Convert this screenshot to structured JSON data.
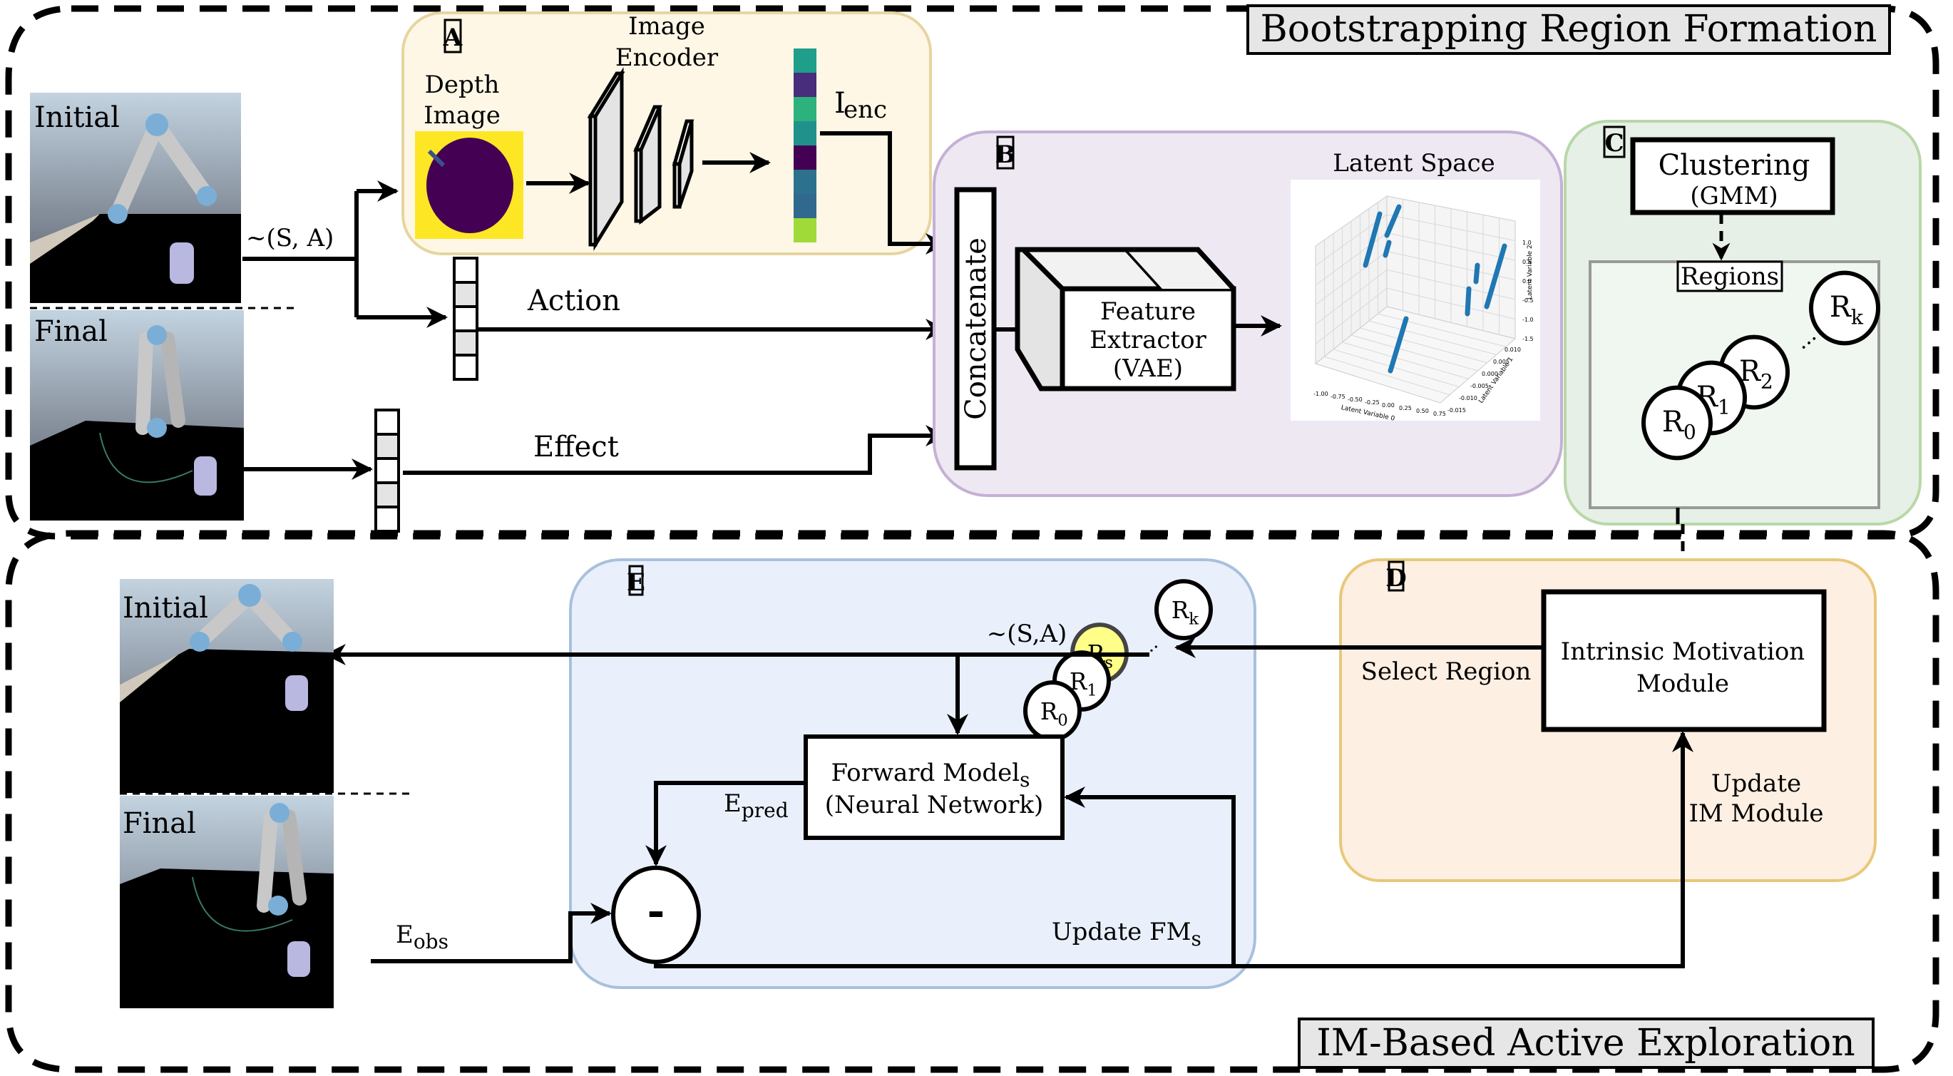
{
  "sections": {
    "top_title": "Bootstrapping Region Formation",
    "bottom_title": "IM-Based Active Exploration"
  },
  "robot_images": {
    "top": {
      "initial_label": "Initial",
      "final_label": "Final"
    },
    "bottom": {
      "initial_label": "Initial",
      "final_label": "Final"
    }
  },
  "edges": {
    "sample_top": "~(S, A)",
    "action": "Action",
    "effect": "Effect",
    "sample_bottom": "~(S,A)",
    "select_region": "Select Region",
    "update_im_line1": "Update",
    "update_im_line2": "IM Module",
    "update_fm": "Update FM",
    "update_fm_sub": "s",
    "e_pred": "E",
    "e_pred_sub": "pred",
    "e_obs": "E",
    "e_obs_sub": "obs"
  },
  "panel_a": {
    "tag": "A",
    "depth_line1": "Depth",
    "depth_line2": "Image",
    "encoder_line1": "Image",
    "encoder_line2": "Encoder",
    "encoding_label": "I",
    "encoding_sub": "enc",
    "vector_colors": [
      "#1f9e89",
      "#472d7b",
      "#2db27d",
      "#21918c",
      "#440154",
      "#2c728e",
      "#31688e",
      "#a0da39"
    ],
    "depth_colors": {
      "background": "#fde725",
      "object": "#440154",
      "handle": "#3b528b"
    }
  },
  "panel_b": {
    "tag": "B",
    "concatenate": "Concatenate",
    "extractor_line1": "Feature",
    "extractor_line2": "Extractor",
    "extractor_line3": "(VAE)",
    "latent_title": "Latent Space",
    "plot": {
      "xlabel": "Latent Variable 0",
      "ylabel": "Latent Variable 1",
      "zlabel": "Latent Variable 2",
      "x_ticks": [
        "-1.00",
        "-0.75",
        "-0.50",
        "-0.25",
        "0.00",
        "0.25",
        "0.50",
        "0.75"
      ],
      "y_ticks": [
        "-0.015",
        "-0.010",
        "-0.005",
        "0.000",
        "0.005",
        "0.010"
      ],
      "z_ticks": [
        "1.0",
        "0.5",
        "0.0",
        "-0.5",
        "-1.0",
        "-1.5"
      ],
      "point_color": "#1f77b4"
    }
  },
  "panel_c": {
    "tag": "C",
    "clustering": "Clustering",
    "clustering_sub": "(GMM)",
    "regions_label": "Regions",
    "regions": [
      {
        "name": "R",
        "sub": "0"
      },
      {
        "name": "R",
        "sub": "1"
      },
      {
        "name": "R",
        "sub": "2"
      },
      {
        "name": "R",
        "sub": "k"
      }
    ],
    "ellipsis": "..."
  },
  "panel_d": {
    "tag": "D",
    "module_line1": "Intrinsic Motivation",
    "module_line2": "Module"
  },
  "panel_e": {
    "tag": "E",
    "regions": [
      {
        "name": "R",
        "sub": "0"
      },
      {
        "name": "R",
        "sub": "1"
      },
      {
        "name": "R",
        "sub": "s",
        "selected": true
      },
      {
        "name": "R",
        "sub": "k"
      }
    ],
    "selected_color": "#ffff88",
    "forward_line1": "Forward Model",
    "forward_line1_sub": "s",
    "forward_line2": "(Neural Network)",
    "minus": "-"
  },
  "panel_colors": {
    "a": {
      "fill": "#fff7e6",
      "stroke": "#e6d5a0"
    },
    "b": {
      "fill": "#eee8f3",
      "stroke": "#c5b0d5"
    },
    "c": {
      "fill": "#e6f0e6",
      "stroke": "#b8d8a8"
    },
    "d": {
      "fill": "#fdefe2",
      "stroke": "#e8c87a"
    },
    "e": {
      "fill": "#e9f0fb",
      "stroke": "#a8c0dc"
    }
  }
}
